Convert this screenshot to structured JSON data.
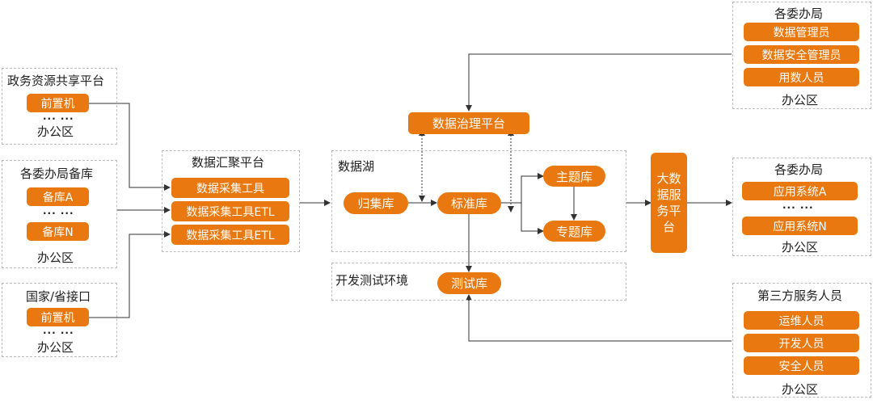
{
  "left_top": {
    "title": "政务资源共享平台",
    "node": "前置机",
    "dots": "··· ···",
    "footer": "办公区"
  },
  "left_mid": {
    "title": "各委办局备库",
    "node_a": "备库A",
    "dots": "··· ···",
    "node_n": "备库N",
    "footer": "办公区"
  },
  "left_bot": {
    "title": "国家/省接口",
    "node": "前置机",
    "dots": "··· ···",
    "footer": "办公区"
  },
  "collect": {
    "title": "数据汇聚平台",
    "items": [
      "数据采集工具",
      "数据采集工具ETL",
      "数据采集工具ETL"
    ]
  },
  "governance": {
    "label": "数据治理平台"
  },
  "lake": {
    "title": "数据湖",
    "ingest": "归集库",
    "standard": "标准库",
    "theme": "主题库",
    "special": "专题库"
  },
  "devtest": {
    "title": "开发测试环境",
    "test": "测试库"
  },
  "bigdata": {
    "lines": [
      "大数",
      "据服",
      "务平",
      "台"
    ]
  },
  "right_top": {
    "title": "各委办局",
    "items": [
      "数据管理员",
      "数据安全管理员",
      "用数人员"
    ],
    "footer": "办公区"
  },
  "right_mid": {
    "title": "各委办局",
    "node_a": "应用系统A",
    "dots": "··· ···",
    "node_n": "应用系统N",
    "footer": "办公区"
  },
  "right_bot": {
    "title": "第三方服务人员",
    "items": [
      "运维人员",
      "开发人员",
      "安全人员"
    ],
    "footer": "办公区"
  },
  "colors": {
    "orange": "#e8780f",
    "dash": "#bdbdbd",
    "line": "#333333",
    "text": "#222222"
  }
}
